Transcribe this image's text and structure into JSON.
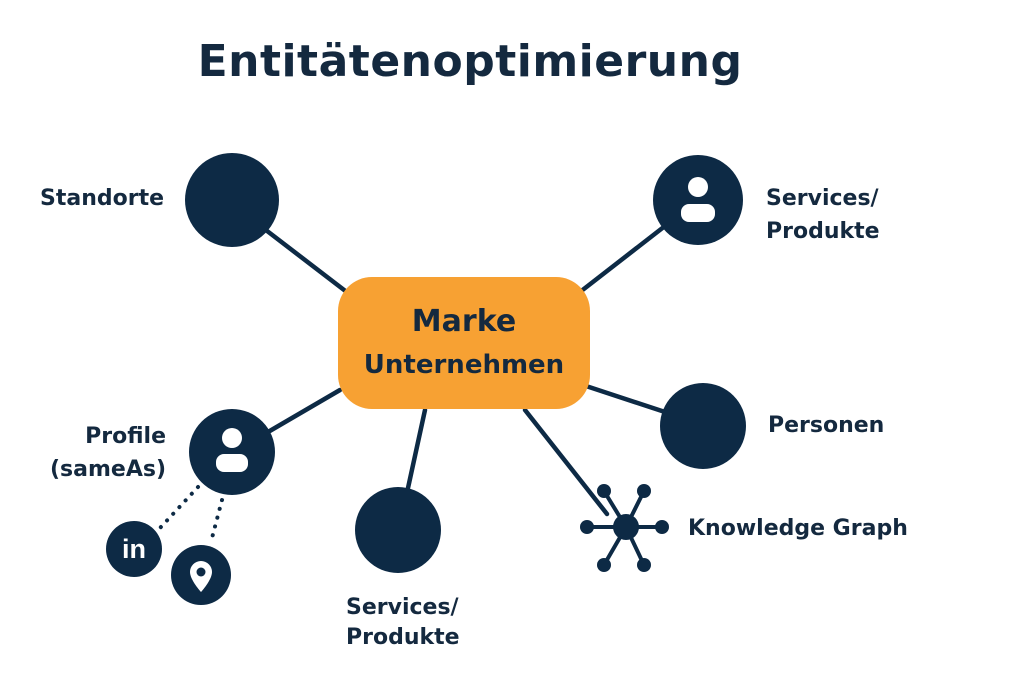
{
  "title": "Entitätenoptimierung",
  "center": {
    "line1": "Marke",
    "line2": "Unternehmen",
    "color": "#f7a133"
  },
  "colors": {
    "node": "#0d2a45",
    "line": "#0d2a45",
    "text": "#14293f"
  },
  "nodes": [
    {
      "label": "Standorte",
      "icon": "none"
    },
    {
      "label_1": "Services/",
      "label_2": "Produkte",
      "icon": "user-icon"
    },
    {
      "label": "Personen",
      "icon": "none"
    },
    {
      "label": "Knowledge Graph",
      "icon": "network-graph-icon"
    },
    {
      "label_1": "Services/",
      "label_2": "Produkte",
      "icon": "none"
    },
    {
      "label_1": "Profile",
      "label_2": "(sameAs)",
      "icon": "user-icon"
    }
  ],
  "sub_nodes": [
    {
      "text": "in",
      "icon": "linkedin-icon"
    },
    {
      "icon": "map-pin-icon"
    }
  ]
}
